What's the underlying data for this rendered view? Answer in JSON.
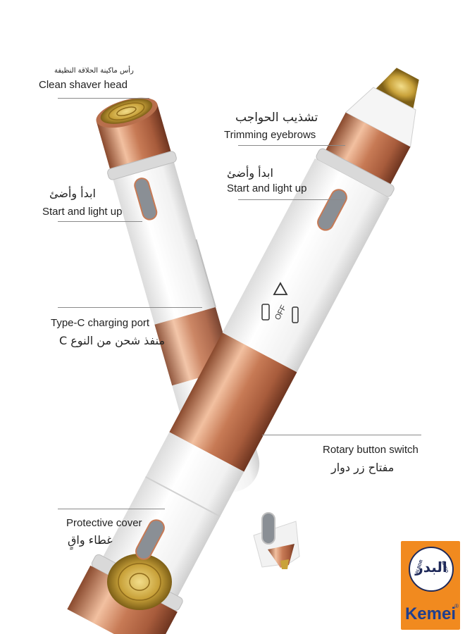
{
  "callouts": {
    "clean_shaver_head": {
      "ar": "رأس ماكينة الحلاقة النظيفة",
      "en": "Clean shaver head"
    },
    "trimming_eyebrows": {
      "ar": "تشذيب الحواجب",
      "en": "Trimming eyebrows"
    },
    "start_light_right": {
      "ar": "ابدأ وأضئ",
      "en": "Start and light up"
    },
    "start_light_left": {
      "ar": "ابدأ وأضئ",
      "en": "Start and light up"
    },
    "type_c_port": {
      "en": "Type-C charging port",
      "ar": "منفذ شحن من النوع C"
    },
    "rotary_switch": {
      "en": "Rotary button switch",
      "ar": "مفتاح زر دوار"
    },
    "protective_cover": {
      "en": "Protective cover",
      "ar": "غطاء واقٍ"
    }
  },
  "device": {
    "switch_marks": {
      "off": "OFF"
    }
  },
  "logo": {
    "brand": "Kemei",
    "registered": "®",
    "ring_left": "ALBDR",
    "ring_right": "BNEO",
    "mark": "البدر"
  },
  "colors": {
    "body_white": "#f4f4f4",
    "rose_gold": "#c9805c",
    "gold_head": "#c9a23a",
    "logo_bg": "#f18a1f",
    "logo_text": "#1f3f8f"
  }
}
